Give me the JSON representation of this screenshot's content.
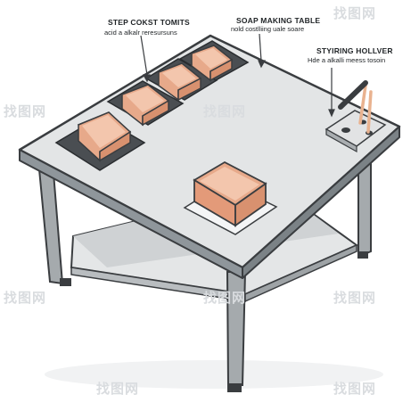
{
  "labels": {
    "trays": {
      "title": "STEP COKST TOMITS",
      "subtitle": "acid a alkalr reresursuns"
    },
    "table": {
      "title": "SOAP MAKING TABLE",
      "subtitle": "nold costlliing uale soare"
    },
    "holder": {
      "title": "STYIRING HOLLVER",
      "subtitle": "Hde a alkalli meess tosoin"
    }
  },
  "watermark": "找图网",
  "colors": {
    "outline": "#3a3d40",
    "table_top": "#e3e5e6",
    "table_edge": "#8f969b",
    "leg": "#a5aaad",
    "shelf": "#e4e6e7",
    "mold_fill": "#e7a98a",
    "mold_inner": "#f3c6ad",
    "recess": "#4a4e52",
    "stick": "#e9b28f"
  }
}
